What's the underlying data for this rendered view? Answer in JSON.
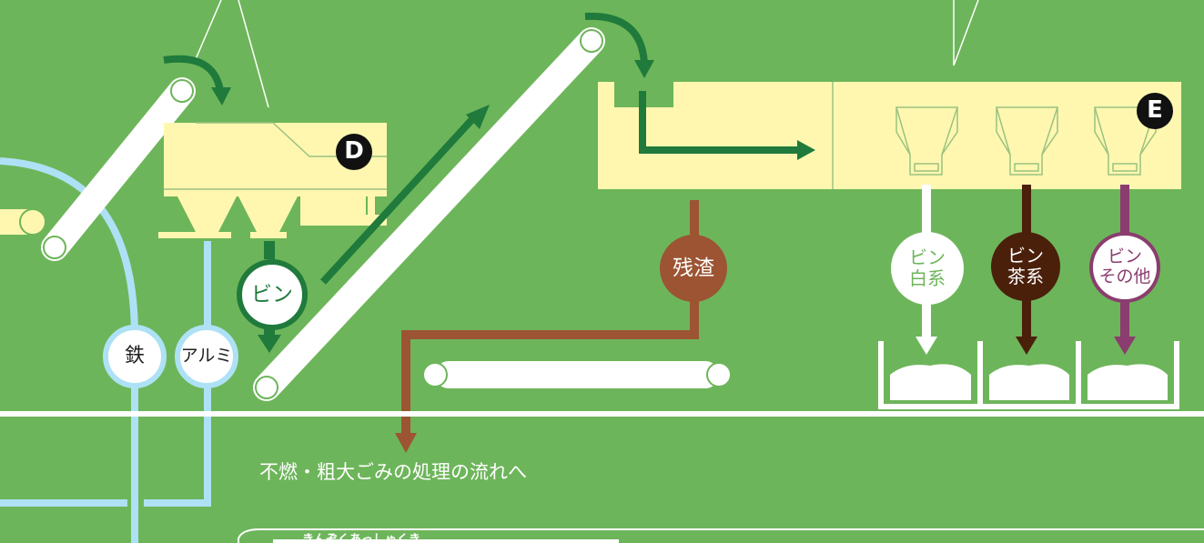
{
  "labels": {
    "marker_d": "D",
    "marker_e": "E",
    "bin": "ビン",
    "iron": "鉄",
    "aluminum": "アルミ",
    "residue": "残渣",
    "bin_white": [
      "ビン",
      "白系"
    ],
    "bin_brown": [
      "ビン",
      "茶系"
    ],
    "bin_other": [
      "ビン",
      "その他"
    ],
    "flow_text": "不燃・粗大ごみの処理の流れへ",
    "bottom_tab": "きんぞくあっしゅくき"
  },
  "colors": {
    "background": "#6db55a",
    "machine": "#fff7b0",
    "dark_green_arrow": "#1f7a3c",
    "light_blue_line": "#aee1f5",
    "residue_brown": "#9c5433",
    "brown_dark": "#4a200b",
    "purple": "#8a3d6e",
    "white": "#ffffff",
    "black_marker": "#111111"
  }
}
